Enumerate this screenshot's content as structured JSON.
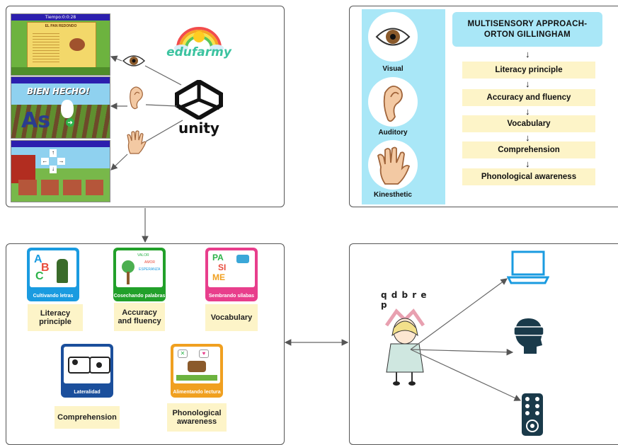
{
  "diagram": {
    "top_left": {
      "logo_edufarmy": "edufarmy",
      "logo_unity": "unity",
      "screenshot1": {
        "timer": "Tiempo:0:0:28",
        "title": "EL PAN REDONDO"
      },
      "screenshot2": {
        "banner": "BIEN HECHO!",
        "letters": "As"
      },
      "senses_icons": [
        "eye-icon",
        "ear-icon",
        "hand-icon"
      ]
    },
    "top_right": {
      "senses": [
        {
          "label": "Visual",
          "icon": "eye-icon"
        },
        {
          "label": "Auditory",
          "icon": "ear-icon"
        },
        {
          "label": "Kinesthetic",
          "icon": "hand-icon"
        }
      ],
      "approach_title": "MULTISENSORY APPROACH-ORTON GILLINGHAM",
      "steps": [
        "Literacy principle",
        "Accuracy and fluency",
        "Vocabulary",
        "Comprehension",
        "Phonological awareness"
      ]
    },
    "bottom_left": {
      "games": [
        {
          "caption": "Cultivando letras",
          "label": "Literacy principle",
          "color": "#1a9be0"
        },
        {
          "caption": "Cosechando palabras",
          "label": "Accuracy and fluency",
          "color": "#22a02a",
          "words": [
            "VALOR",
            "AMOR",
            "ESPERANZA"
          ]
        },
        {
          "caption": "Sembrando sílabas",
          "label": "Vocabulary",
          "color": "#e83e8c",
          "letters": [
            "PA",
            "SI",
            "ME"
          ]
        },
        {
          "caption": "Lateralidad",
          "label": "Comprehension",
          "color": "#1b4f9c"
        },
        {
          "caption": "Alimentando lectura",
          "label": "Phonological awareness",
          "color": "#f0a020"
        }
      ]
    },
    "bottom_right": {
      "floating_letters": "q d b r e p",
      "devices": [
        "laptop-icon",
        "vr-headset-icon",
        "remote-control-icon"
      ]
    },
    "colors": {
      "step_fill": "#fdf4c8",
      "sense_column": "#a9e7f7",
      "title_box": "#a9e7f7",
      "border": "#555555"
    }
  }
}
